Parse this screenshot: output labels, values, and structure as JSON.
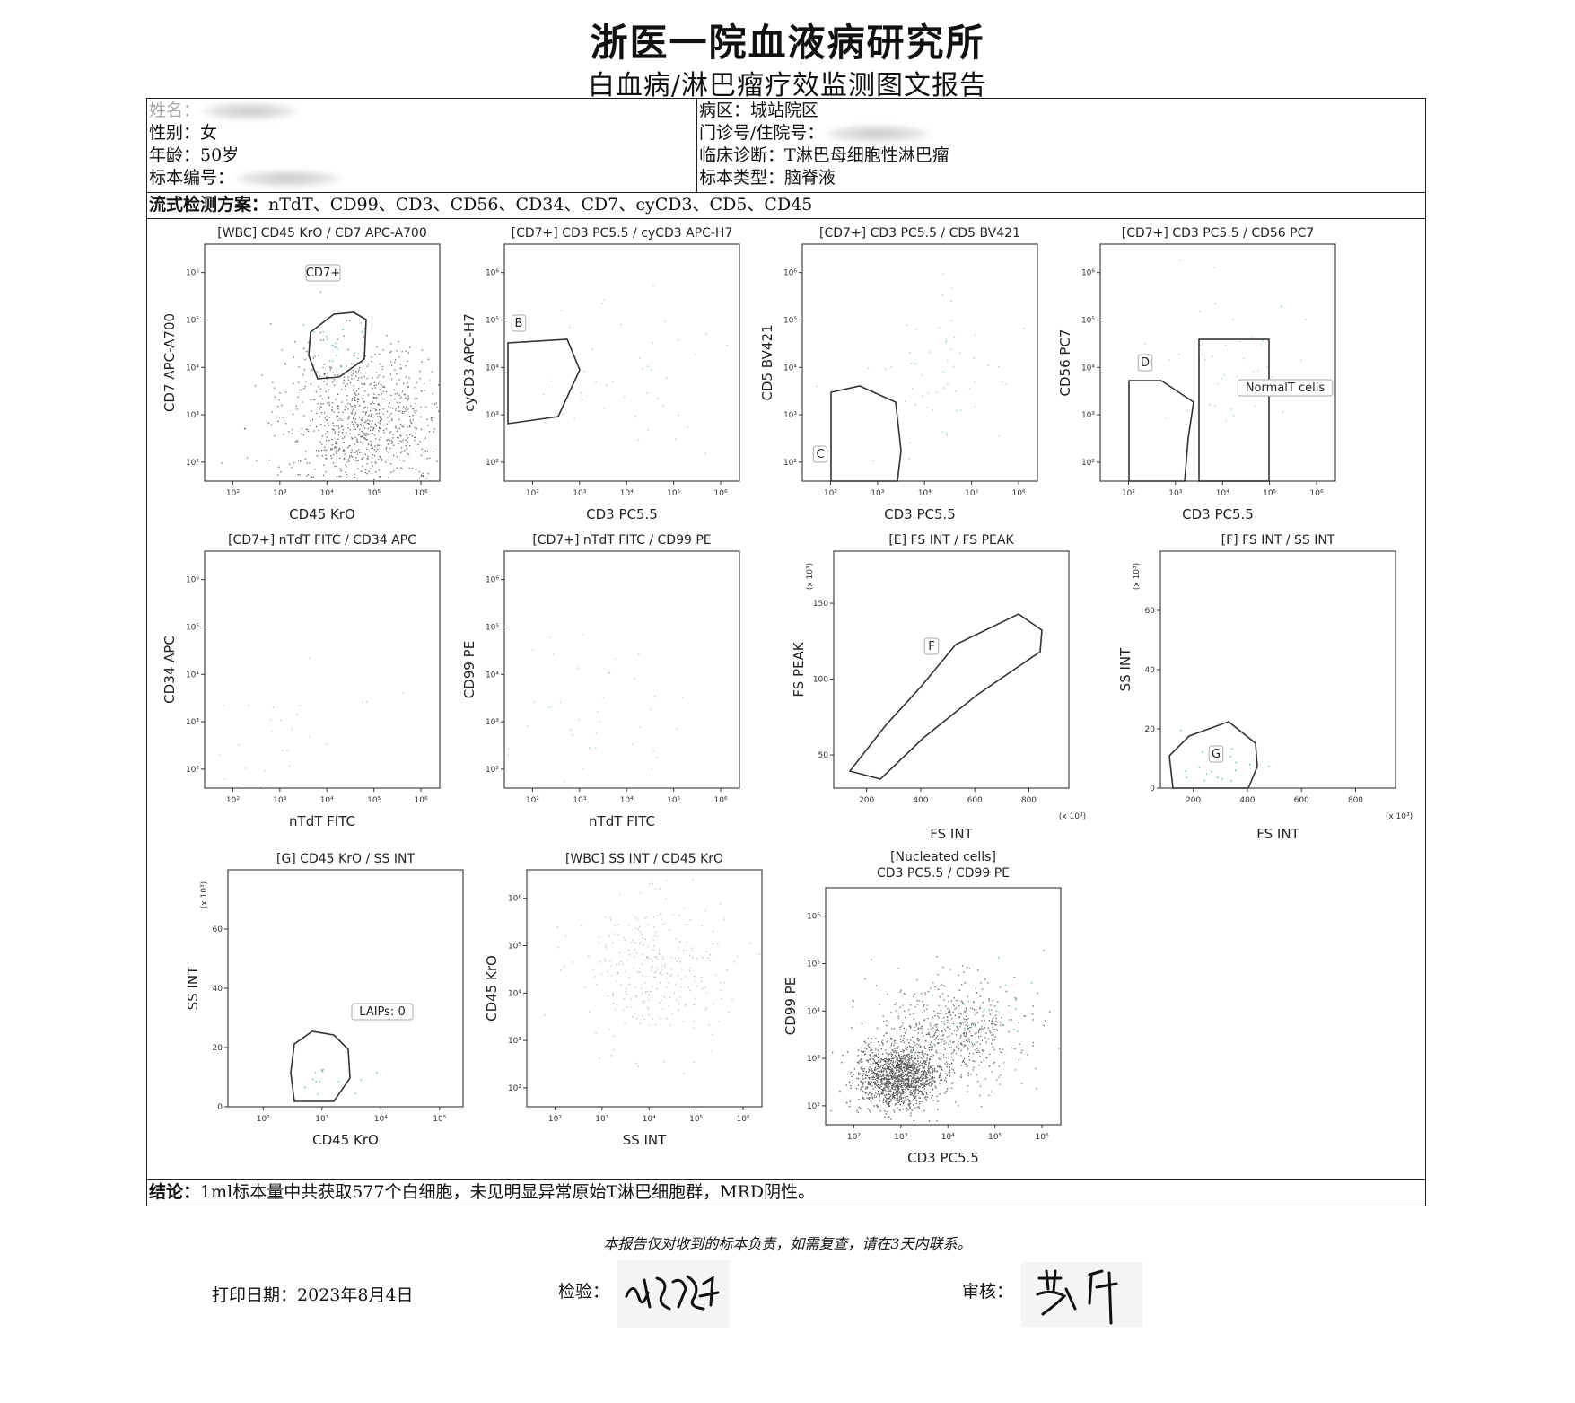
{
  "header": {
    "title": "浙医一院血液病研究所",
    "subtitle": "白血病/淋巴瘤疗效监测图文报告"
  },
  "patient": {
    "name_label": "姓名：",
    "gender_label": "性别：",
    "gender": "女",
    "age_label": "年龄：",
    "age": "50岁",
    "specimen_no_label": "标本编号：",
    "ward_label": "病区：",
    "ward": "城站院区",
    "record_label": "门诊号/住院号：",
    "diagnosis_label": "临床诊断：",
    "diagnosis": "T淋巴母细胞性淋巴瘤",
    "specimen_type_label": "标本类型：",
    "specimen_type": "脑脊液"
  },
  "panel": {
    "label": "流式检测方案：",
    "value": "nTdT、CD99、CD3、CD56、CD34、CD7、cyCD3、CD5、CD45"
  },
  "plots": [
    {
      "title": "[WBC] CD45 KrO / CD7 APC-A700",
      "xlabel": "CD45 KrO",
      "ylabel": "CD7 APC-A700",
      "gates": [
        "CD7+"
      ]
    },
    {
      "title": "[CD7+] CD3 PC5.5 / cyCD3 APC-H7",
      "xlabel": "CD3 PC5.5",
      "ylabel": "cyCD3 APC-H7",
      "gates": [
        "B"
      ]
    },
    {
      "title": "[CD7+] CD3 PC5.5 / CD5 BV421",
      "xlabel": "CD3 PC5.5",
      "ylabel": "CD5 BV421",
      "gates": [
        "C"
      ]
    },
    {
      "title": "[CD7+] CD3 PC5.5 / CD56 PC7",
      "xlabel": "CD3 PC5.5",
      "ylabel": "CD56 PC7",
      "gates": [
        "D",
        "NormalT cells"
      ]
    },
    {
      "title": "[CD7+] nTdT FITC / CD34 APC",
      "xlabel": "nTdT FITC",
      "ylabel": "CD34 APC",
      "gates": []
    },
    {
      "title": "[CD7+] nTdT FITC / CD99 PE",
      "xlabel": "nTdT FITC",
      "ylabel": "CD99 PE",
      "gates": []
    },
    {
      "title": "[E] FS INT / FS PEAK",
      "xlabel": "FS INT",
      "ylabel": "FS PEAK",
      "gates": [
        "F"
      ],
      "unit": "(x 10³)"
    },
    {
      "title": "[F] FS INT / SS INT",
      "xlabel": "FS INT",
      "ylabel": "SS INT",
      "gates": [
        "G"
      ],
      "unit": "(x 10³)"
    },
    {
      "title": "[G] CD45 KrO / SS INT",
      "xlabel": "CD45 KrO",
      "ylabel": "SS INT",
      "gates": [
        "LAIPs: 0"
      ],
      "unit": "(x 10³)"
    },
    {
      "title": "[WBC] SS INT / CD45 KrO",
      "xlabel": "SS INT",
      "ylabel": "CD45 KrO",
      "gates": []
    },
    {
      "title": "[Nucleated cells]",
      "title2": "CD3 PC5.5 / CD99 PE",
      "xlabel": "CD3 PC5.5",
      "ylabel": "CD99 PE",
      "gates": []
    }
  ],
  "conclusion": {
    "label": "结论：",
    "text": "1ml标本量中共获取577个白细胞，未见明显异常原始T淋巴细胞群，MRD阴性。"
  },
  "footer": {
    "note": "本报告仅对收到的标本负责，如需复查，请在3天内联系。",
    "print_date_label": "打印日期：",
    "print_date": "2023年8月4日",
    "inspector_label": "检验：",
    "reviewer_label": "审核："
  }
}
